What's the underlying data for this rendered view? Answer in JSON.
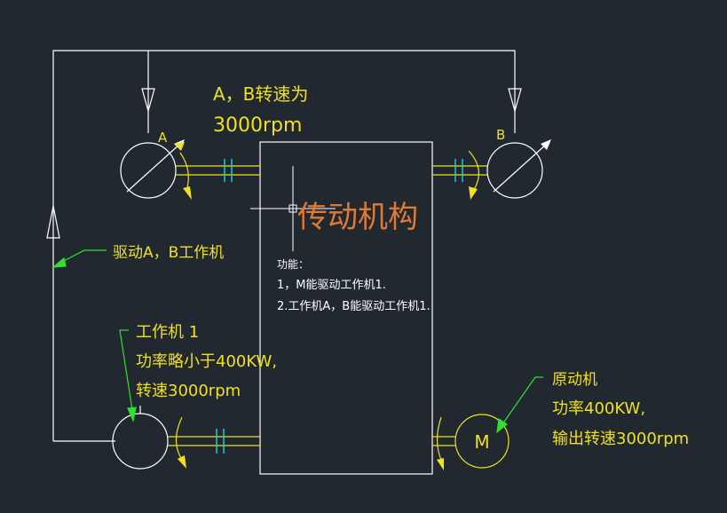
{
  "labels": {
    "a": "A",
    "b": "B",
    "speed_ab_line1": "A，B转速为",
    "speed_ab_line2": "3000rpm",
    "drive_ab": "驱动A，B工作机",
    "transmission": "传动机构",
    "function_title": "功能：",
    "function_1": "1，M能驱动工作机1.",
    "function_2": "2.工作机A，B能驱动工作机1.",
    "machine1_line1": "工作机 1",
    "machine1_line2": "功率略小于400KW,",
    "machine1_line3": "转速3000rpm",
    "prime_line1": "原动机",
    "prime_line2": "功率400KW,",
    "prime_line3": "输出转速3000rpm",
    "motor": "M"
  },
  "colors": {
    "background": "#212830",
    "line": "#ffffff",
    "yellow": "#f0e020",
    "green": "#30e030",
    "cyan": "#20c8d0",
    "orange": "#e07a30"
  }
}
